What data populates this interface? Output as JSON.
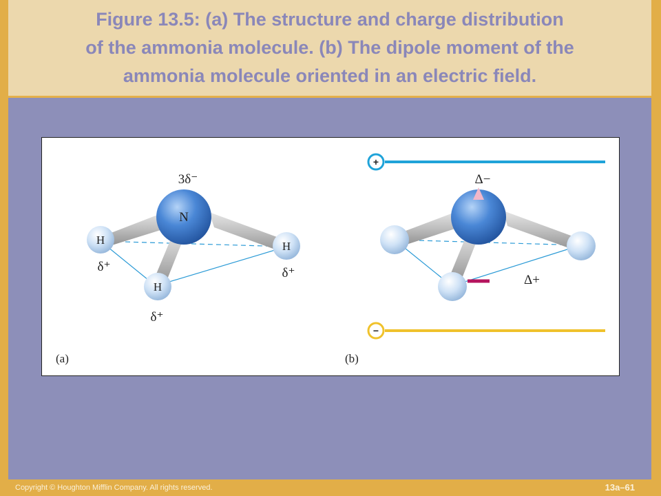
{
  "slide": {
    "title_lines": [
      "Figure 13.5:  (a) The structure and charge distribution",
      "of the ammonia molecule.  (b)  The dipole moment of the",
      "ammonia molecule oriented in an electric field."
    ],
    "footer_copyright": "Copyright © Houghton Mifflin Company. All rights reserved.",
    "slide_number": "13a–61"
  },
  "figure": {
    "panel_a": {
      "label": "(a)",
      "nitrogen_symbol": "N",
      "nitrogen_charge": "3δ⁻",
      "hydrogen_symbol": "H",
      "hydrogen_charge": "δ⁺"
    },
    "panel_b": {
      "label": "(b)",
      "plate_positive": "+",
      "plate_negative": "−",
      "partial_negative": "Δ−",
      "partial_positive": "Δ+"
    },
    "colors": {
      "atom_blue": "#2f6fc4",
      "bond_gray": "#b5b5b5",
      "positive_plate": "#1fa3d9",
      "negative_plate": "#f0c22c",
      "dipole_arrow": "#b5145e",
      "title_text": "#8a87b9"
    }
  }
}
